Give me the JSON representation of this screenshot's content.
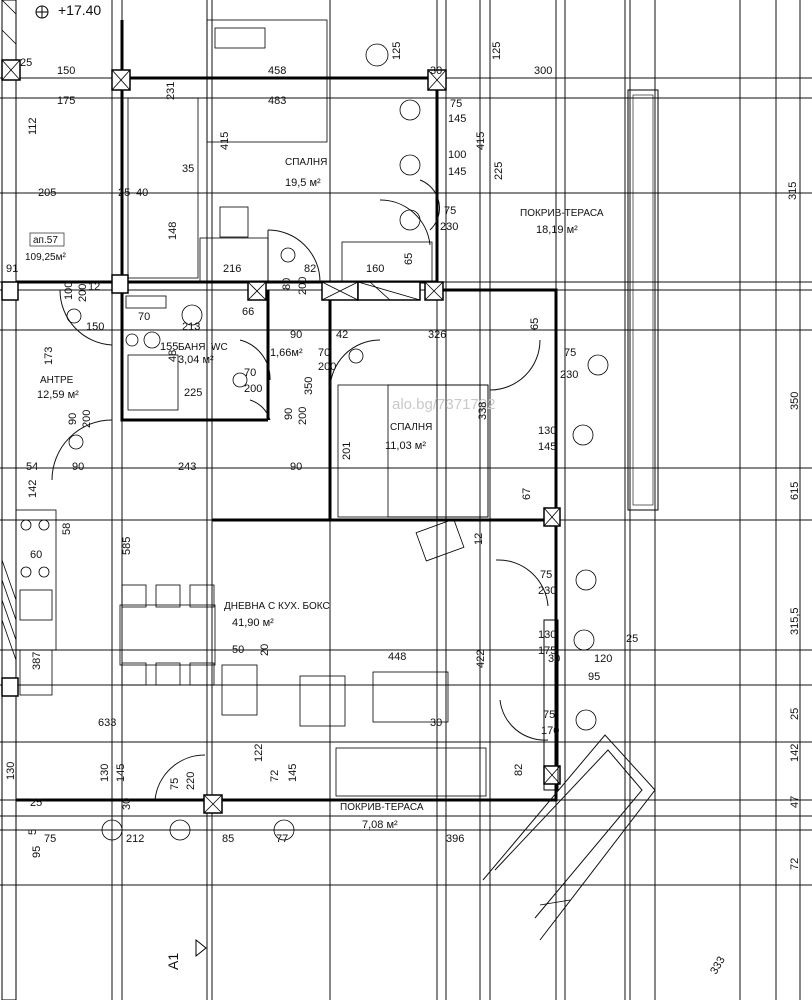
{
  "level": "+17.40",
  "apartment": {
    "tag": "ап.57",
    "area": "109,25м²"
  },
  "rooms": {
    "bedroom1": {
      "name": "СПАЛНЯ",
      "area": "19,5 м²"
    },
    "terrace1": {
      "name": "ПОКРИВ-ТЕРАСА",
      "area": "18,19 м²"
    },
    "bath": {
      "name": "БАНЯ, WC",
      "area": "3,04 м²"
    },
    "wc": {
      "area": "1,66м²"
    },
    "hall": {
      "name": "АНТРЕ",
      "area": "12,59 м²"
    },
    "bedroom2": {
      "name": "СПАЛНЯ",
      "area": "11,03 м²"
    },
    "living": {
      "name": "ДНЕВНА С КУХ. БОКС",
      "area": "41,90 м²"
    },
    "terrace2": {
      "name": "ПОКРИВ-ТЕРАСА",
      "area": "7,08 м²"
    }
  },
  "watermark": "alo.bg/7371782",
  "section": "A1",
  "dims": {
    "d150a": "150",
    "d25a": "25",
    "d458": "458",
    "d30a": "30",
    "d300": "300",
    "d125a": "125",
    "d125b": "125",
    "d175": "175",
    "d483": "483",
    "d231": "231",
    "d75a": "75",
    "d145a": "145",
    "d112": "112",
    "d415a": "415",
    "d100a": "100",
    "d145b": "145",
    "d415b": "415",
    "d225a": "225",
    "d315a": "315",
    "d35": "35",
    "d205": "205",
    "d40": "40",
    "d25b": "25",
    "d75b": "75",
    "d230a": "230",
    "d148": "148",
    "d91": "91",
    "d216": "216",
    "d80a": "80",
    "d200a": "200",
    "d82a": "82",
    "d160": "160",
    "d65a": "65",
    "d100b": "100",
    "d200b": "200",
    "d12a": "12",
    "d150b": "150",
    "d70a": "70",
    "d213": "213",
    "d66": "66",
    "d65b": "65",
    "d90a": "90",
    "d42": "42",
    "d326": "326",
    "d155": "155",
    "d70b": "70",
    "d200c": "200",
    "d75c": "75",
    "d230b": "230",
    "d173": "173",
    "d48": "48",
    "d70c": "70",
    "d200d": "200",
    "d350a": "350",
    "d350b": "350",
    "d225b": "225",
    "d90b": "90",
    "d200e": "200",
    "d90c": "90",
    "d200f": "200",
    "d338": "338",
    "d130a": "130",
    "d145c": "145",
    "d201": "201",
    "d54": "54",
    "d90d": "90",
    "d243": "243",
    "d90e": "90",
    "d67": "67",
    "d615": "615",
    "d142a": "142",
    "d58": "58",
    "d12b": "12",
    "d585": "585",
    "d75d": "75",
    "d230c": "230",
    "d315b": "315,5",
    "d130b": "130",
    "d175b": "175",
    "d50": "50",
    "d20": "20",
    "d448": "448",
    "d422": "422",
    "d30b": "30",
    "d120": "120",
    "d95": "95",
    "d25c": "25",
    "d633": "633",
    "d75e": "75",
    "d170": "170",
    "d25d": "25",
    "d30c": "30",
    "d122": "122",
    "d142b": "142",
    "d82b": "82",
    "d130c": "130",
    "d145d": "145",
    "d75f": "75",
    "d220": "220",
    "d72a": "72",
    "d145e": "145",
    "d30d": "30",
    "d25e": "25",
    "d47": "47",
    "d212": "212",
    "d85": "85",
    "d77": "77",
    "d396": "396",
    "d95b": "95",
    "d5": "5",
    "d75g": "75",
    "d72b": "72",
    "d333": "333",
    "d387": "387",
    "d130d": "130",
    "d60": "60"
  }
}
